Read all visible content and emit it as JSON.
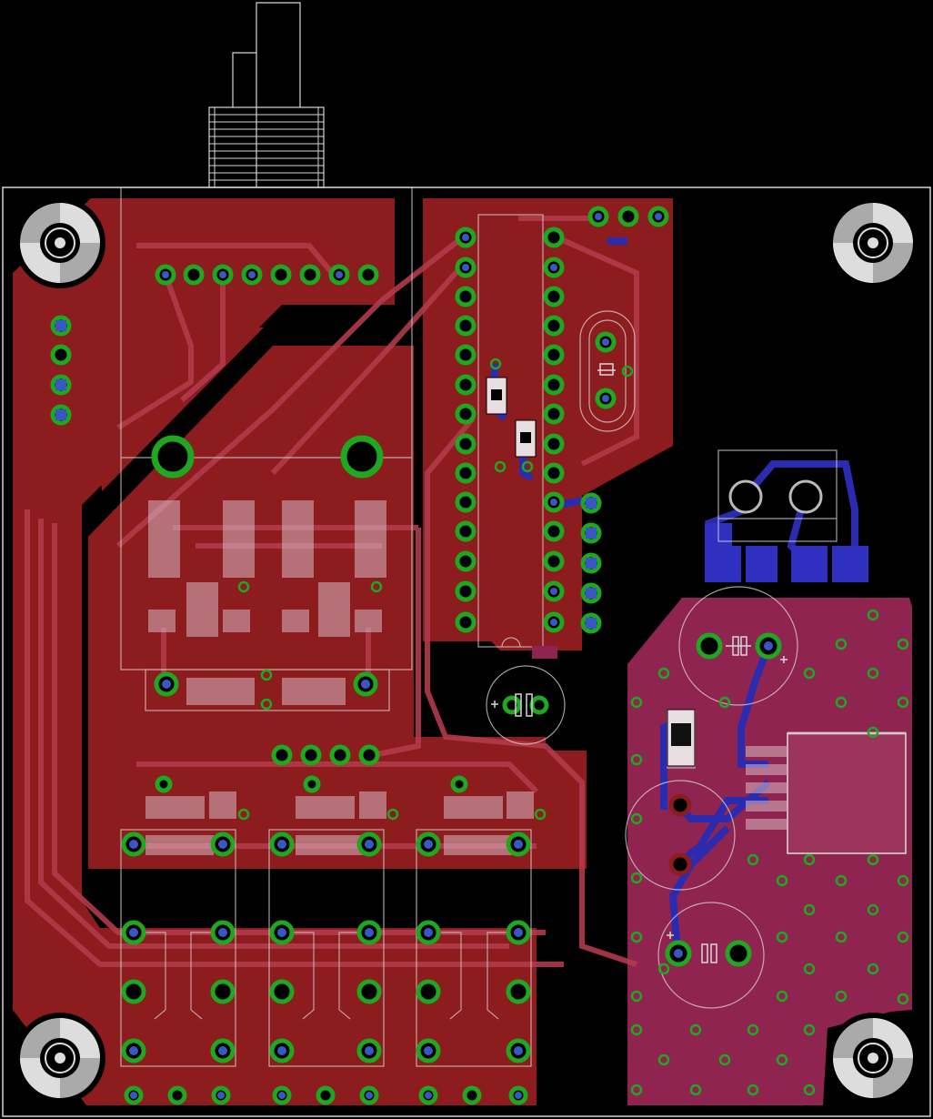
{
  "title": "",
  "colors": {
    "background": "#000000",
    "top_copper": "#8c1c1e",
    "top_trace": "#b23a4a",
    "bottom_copper": "#8f2450",
    "bottom_trace": "#2b2bb0",
    "pad_ring": "#1fa81f",
    "via_fill": "#3a56c4",
    "silkscreen": "#d6d6d6",
    "smd_pad": "#d9b8c2"
  },
  "components": [
    {
      "id": "usb-connector",
      "kind": "connector"
    },
    {
      "id": "mounting-hole-top-left",
      "kind": "mounting-hole"
    },
    {
      "id": "mounting-hole-top-right",
      "kind": "mounting-hole"
    },
    {
      "id": "mounting-hole-bottom-left",
      "kind": "mounting-hole"
    },
    {
      "id": "mounting-hole-bottom-right",
      "kind": "mounting-hole"
    },
    {
      "id": "microcontroller-dip28",
      "kind": "ic"
    },
    {
      "id": "crystal-oscillator",
      "kind": "crystal"
    },
    {
      "id": "screw-terminal-2pin",
      "kind": "terminal"
    },
    {
      "id": "voltage-regulator",
      "kind": "regulator"
    },
    {
      "id": "relay-1",
      "kind": "relay"
    },
    {
      "id": "relay-2",
      "kind": "relay"
    },
    {
      "id": "relay-3",
      "kind": "relay"
    },
    {
      "id": "electrolytic-capacitor-1",
      "kind": "capacitor"
    },
    {
      "id": "electrolytic-capacitor-2",
      "kind": "capacitor"
    },
    {
      "id": "electrolytic-capacitor-3",
      "kind": "capacitor"
    },
    {
      "id": "electrolytic-capacitor-4",
      "kind": "capacitor"
    }
  ]
}
